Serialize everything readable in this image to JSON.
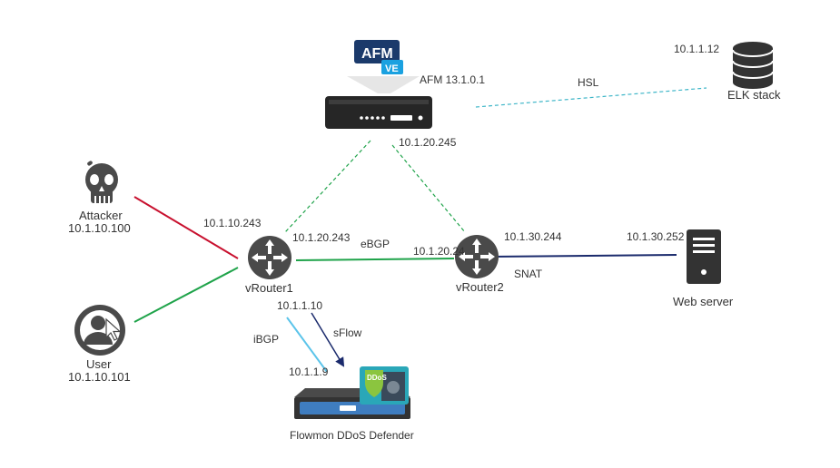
{
  "afm": {
    "badge_text": "AFM",
    "badge_sub": "VE",
    "version": "AFM 13.1.0.1",
    "ip": "10.1.20.245"
  },
  "elk": {
    "ip": "10.1.1.12",
    "name": "ELK stack",
    "link_label": "HSL"
  },
  "attacker": {
    "name": "Attacker",
    "ip": "10.1.10.100"
  },
  "user": {
    "name": "User",
    "ip": "10.1.10.101"
  },
  "vrouter1": {
    "name": "vRouter1",
    "ip_attacker_side": "10.1.10.243",
    "ip_core": "10.1.20.243",
    "ip_mgmt": "10.1.1.10"
  },
  "vrouter2": {
    "name": "vRouter2",
    "ip_core": "10.1.20.24",
    "ip_server_side": "10.1.30.244",
    "snat_label": "SNAT"
  },
  "links": {
    "ebgp": "eBGP",
    "ibgp": "iBGP",
    "sflow": "sFlow"
  },
  "webserver": {
    "name": "Web server",
    "ip": "10.1.30.252"
  },
  "flowmon": {
    "name": "Flowmon DDoS Defender",
    "ip": "10.1.1.9",
    "shield_text": "DDoS"
  },
  "colors": {
    "attack_link": "#c8102e",
    "user_link": "#1fa34a",
    "ebgp_link": "#1fa34a",
    "mgmt_link": "#1fa34a",
    "hsl_link": "#3fb6c8",
    "ibgp_link": "#5bc4ea",
    "sflow_link": "#1a2a6c",
    "server_link": "#1a2a6c",
    "icon_dark": "#4a4a4a",
    "afm_navy": "#1b3a6b",
    "afm_blue": "#1aa1e0"
  }
}
